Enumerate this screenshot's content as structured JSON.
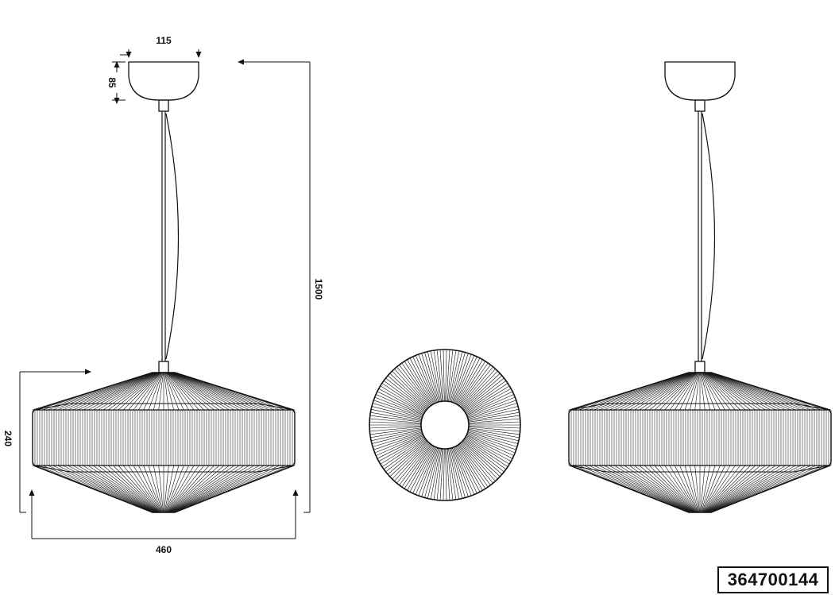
{
  "dimensions": {
    "canopy_width": "115",
    "canopy_height": "85",
    "total_height": "1500",
    "shade_height": "240",
    "shade_width": "460"
  },
  "part_number": "364700144",
  "colors": {
    "line": "#111111",
    "background": "#ffffff"
  }
}
